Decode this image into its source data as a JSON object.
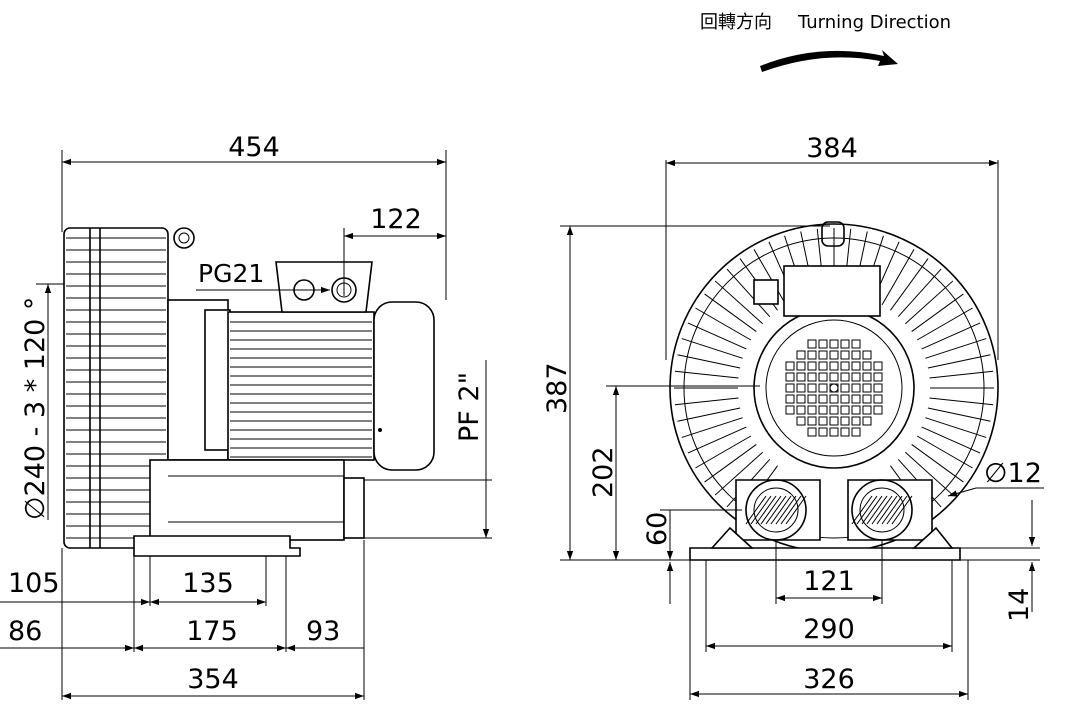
{
  "turning": {
    "chinese": "回轉方向",
    "english": "Turning Direction"
  },
  "side_view": {
    "overall_length": "454",
    "motor_offset": "122",
    "cable_gland": "PG21",
    "port_thread": "PF 2\"",
    "bolt_circle": "∅240 - 3 * 120 °",
    "dim_105": "105",
    "dim_135": "135",
    "dim_86": "86",
    "dim_175": "175",
    "dim_93": "93",
    "dim_354": "354"
  },
  "front_view": {
    "width": "384",
    "height": "387",
    "center_height": "202",
    "port_height": "60",
    "hole_dia": "∅12",
    "port_spacing": "121",
    "foot_thickness": "14",
    "mount_spacing": "290",
    "base_width": "326"
  }
}
